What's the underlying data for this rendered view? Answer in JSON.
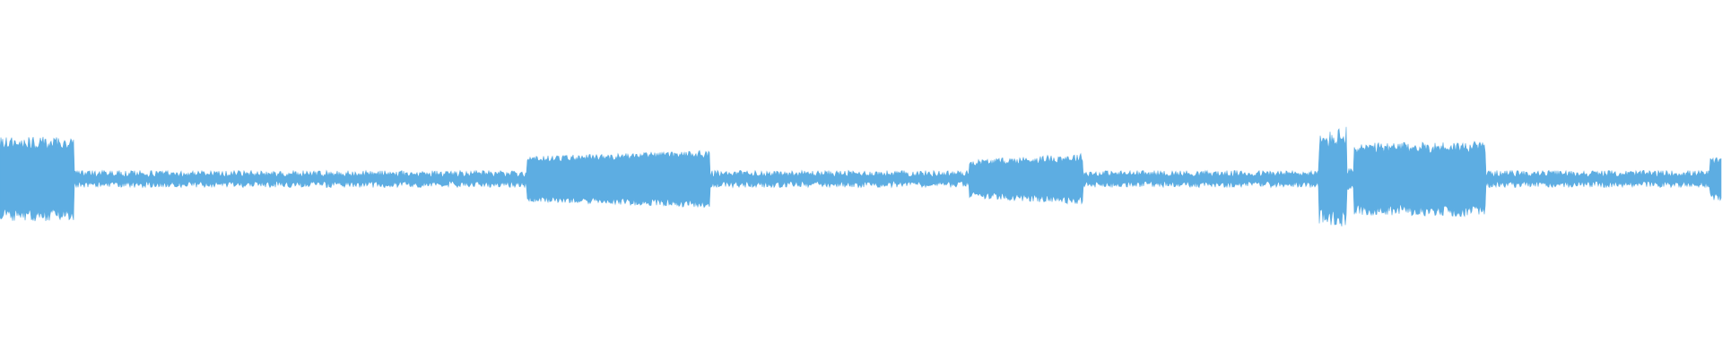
{
  "waveform": {
    "color": "#5DADE2",
    "background": "#FFFFFF",
    "peak_scale": 1.0,
    "segments": [
      {
        "label": "loud",
        "start_frac": 0.0,
        "end_frac": 0.043,
        "amp_start": 0.1,
        "amp_end": 0.1,
        "jitter": 0.18
      },
      {
        "label": "quiet",
        "start_frac": 0.043,
        "end_frac": 0.306,
        "amp_start": 0.015,
        "amp_end": 0.015,
        "jitter": 0.6
      },
      {
        "label": "loud",
        "start_frac": 0.306,
        "end_frac": 0.412,
        "amp_start": 0.055,
        "amp_end": 0.07,
        "jitter": 0.15
      },
      {
        "label": "quiet",
        "start_frac": 0.412,
        "end_frac": 0.563,
        "amp_start": 0.015,
        "amp_end": 0.015,
        "jitter": 0.6
      },
      {
        "label": "medium",
        "start_frac": 0.563,
        "end_frac": 0.629,
        "amp_start": 0.045,
        "amp_end": 0.06,
        "jitter": 0.2
      },
      {
        "label": "quiet",
        "start_frac": 0.629,
        "end_frac": 0.766,
        "amp_start": 0.015,
        "amp_end": 0.015,
        "jitter": 0.6
      },
      {
        "label": "loud",
        "start_frac": 0.766,
        "end_frac": 0.782,
        "amp_start": 0.1,
        "amp_end": 0.12,
        "jitter": 0.25
      },
      {
        "label": "quiet",
        "start_frac": 0.782,
        "end_frac": 0.786,
        "amp_start": 0.02,
        "amp_end": 0.02,
        "jitter": 0.5
      },
      {
        "label": "loud",
        "start_frac": 0.786,
        "end_frac": 0.863,
        "amp_start": 0.085,
        "amp_end": 0.09,
        "jitter": 0.18
      },
      {
        "label": "quiet",
        "start_frac": 0.863,
        "end_frac": 0.993,
        "amp_start": 0.015,
        "amp_end": 0.015,
        "jitter": 0.6
      },
      {
        "label": "medium",
        "start_frac": 0.993,
        "end_frac": 1.0,
        "amp_start": 0.05,
        "amp_end": 0.05,
        "jitter": 0.2
      }
    ]
  }
}
